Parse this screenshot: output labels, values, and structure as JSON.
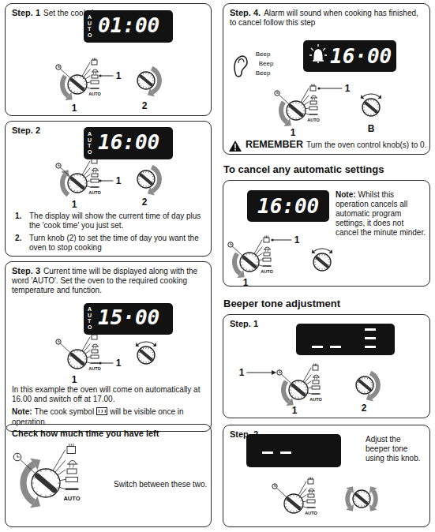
{
  "diagram": {
    "nodes": [
      {
        "text": [
          "Step. 1",
          "Set the cook time"
        ]
      },
      {
        "text": [
          "AUTO",
          "01:00"
        ],
        "in": 0
      },
      {
        "text": [
          "Step. 2",
          "1.",
          "The display will show the current time of day plus the 'cook time' you just set.",
          "2.",
          "Turn knob (2) to set the time of day you want the oven to stop cooking"
        ]
      },
      {
        "text": [
          "AUTO",
          "16:00"
        ],
        "in": 2
      },
      {
        "text": [
          "Step. 3",
          "Current time will be displayed along with the word 'AUTO'. Set the oven to the required cooking temperature and function.",
          "In this example the oven will come on automatically at 16.00 and switch off at 17.00.",
          "Note:",
          "The cook symbol",
          "will be visible once in operation."
        ]
      },
      {
        "text": [
          "AUTO",
          "15·00"
        ],
        "in": 4
      },
      {
        "text": [
          "Check how much time you have left",
          "Switch between these two."
        ]
      },
      {
        "text": [
          "Step. 4.",
          "Alarm will sound when cooking has finished, to cancel follow this step",
          "REMEMBER",
          "Turn the oven control knob(s) to 0."
        ]
      },
      {
        "text": [
          "16·00"
        ],
        "in": 7
      },
      {
        "text": [
          "To cancel any automatic settings",
          "Note:",
          "Whilst this operation cancels all automatic program settings, it does not cancel the minute minder."
        ]
      },
      {
        "text": [
          "16:00"
        ],
        "in": 9
      },
      {
        "text": [
          "Beeper tone adjustment",
          "Step. 1"
        ]
      },
      {
        "text": [
          "Step. 2",
          "Adjust the beeper tone using this knob."
        ]
      }
    ],
    "labels": [
      "1",
      "2",
      "1",
      "AUTO",
      "1",
      "2",
      "1",
      "AUTO",
      "1",
      "1",
      "AUTO",
      "AUTO",
      "Beep",
      "Beep",
      "Beep",
      "1",
      "1",
      "B",
      "AUTO",
      "1",
      "1",
      "AUTO",
      "1",
      "1",
      "2",
      "AUTO",
      "AUTO"
    ]
  }
}
